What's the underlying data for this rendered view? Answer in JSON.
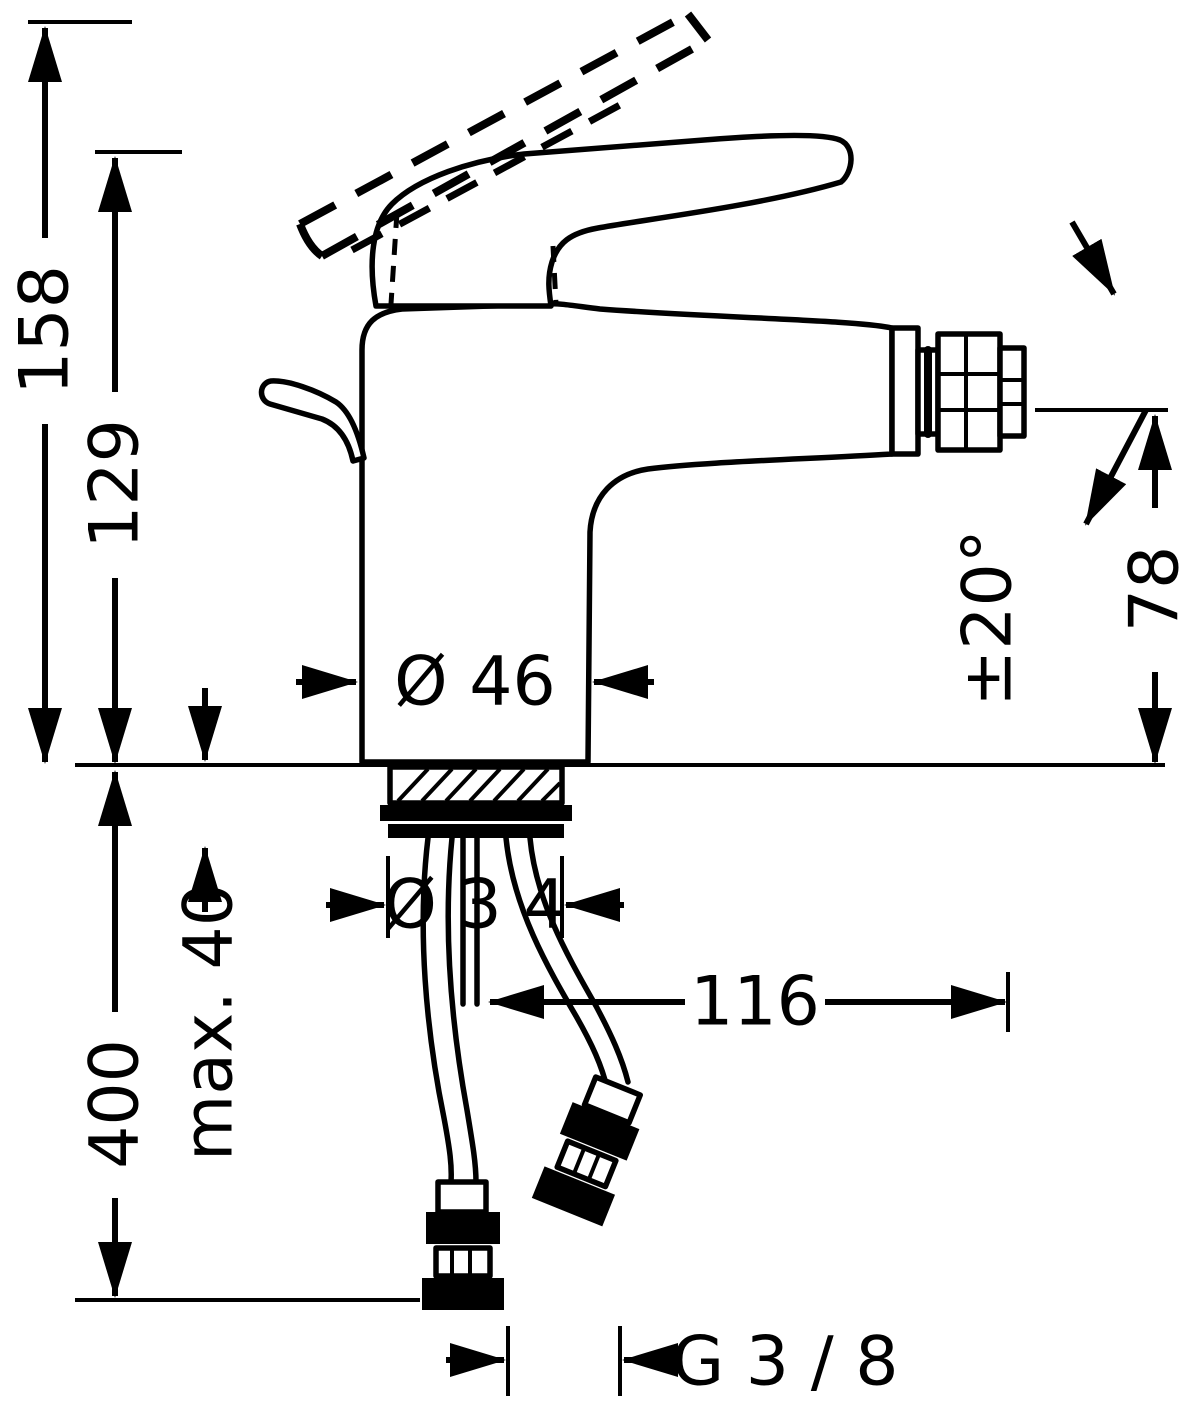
{
  "drawing": {
    "type": "faucet-dimension-drawing",
    "dimensions": {
      "total_height": "158",
      "body_height": "129",
      "body_diameter": "Ø 46",
      "shank_diameter": "Ø 3 4",
      "hose_length": "400",
      "max_mounting_thickness": "max. 40",
      "spout_reach": "116",
      "spout_height": "78",
      "spout_angle": "±20°",
      "connection_thread": "G 3 / 8"
    },
    "colors": {
      "line": "#000000",
      "background": "#ffffff"
    }
  }
}
